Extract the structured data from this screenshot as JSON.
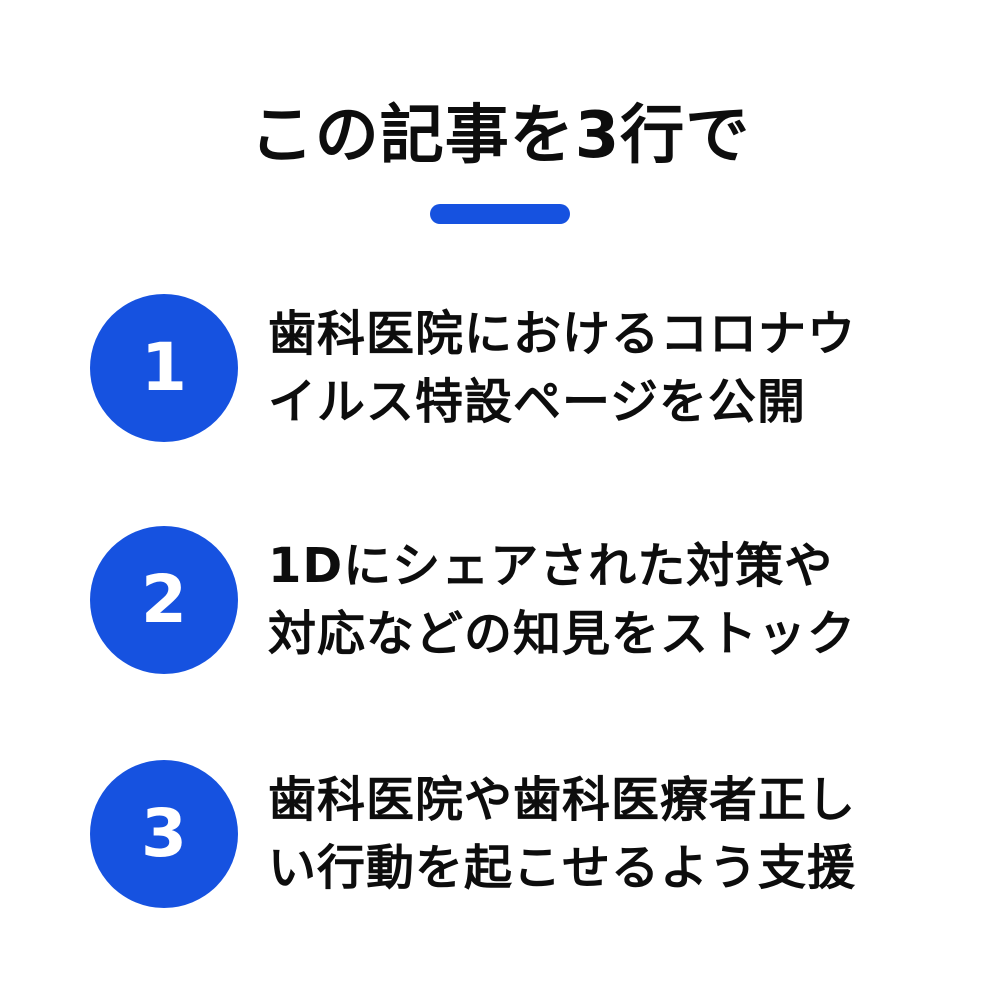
{
  "header": {
    "title": "この記事を3行で"
  },
  "colors": {
    "accent": "#1652e0",
    "text": "#0d0d0d",
    "background": "#ffffff"
  },
  "items": [
    {
      "number": "1",
      "lines": [
        "歯科医院におけるコロナウ",
        "イルス特設ページを公開"
      ]
    },
    {
      "number": "2",
      "lines": [
        "1Dにシェアされた対策や",
        "対応などの知見をストック"
      ]
    },
    {
      "number": "3",
      "lines": [
        "歯科医院や歯科医療者正し",
        "い行動を起こせるよう支援"
      ]
    }
  ]
}
